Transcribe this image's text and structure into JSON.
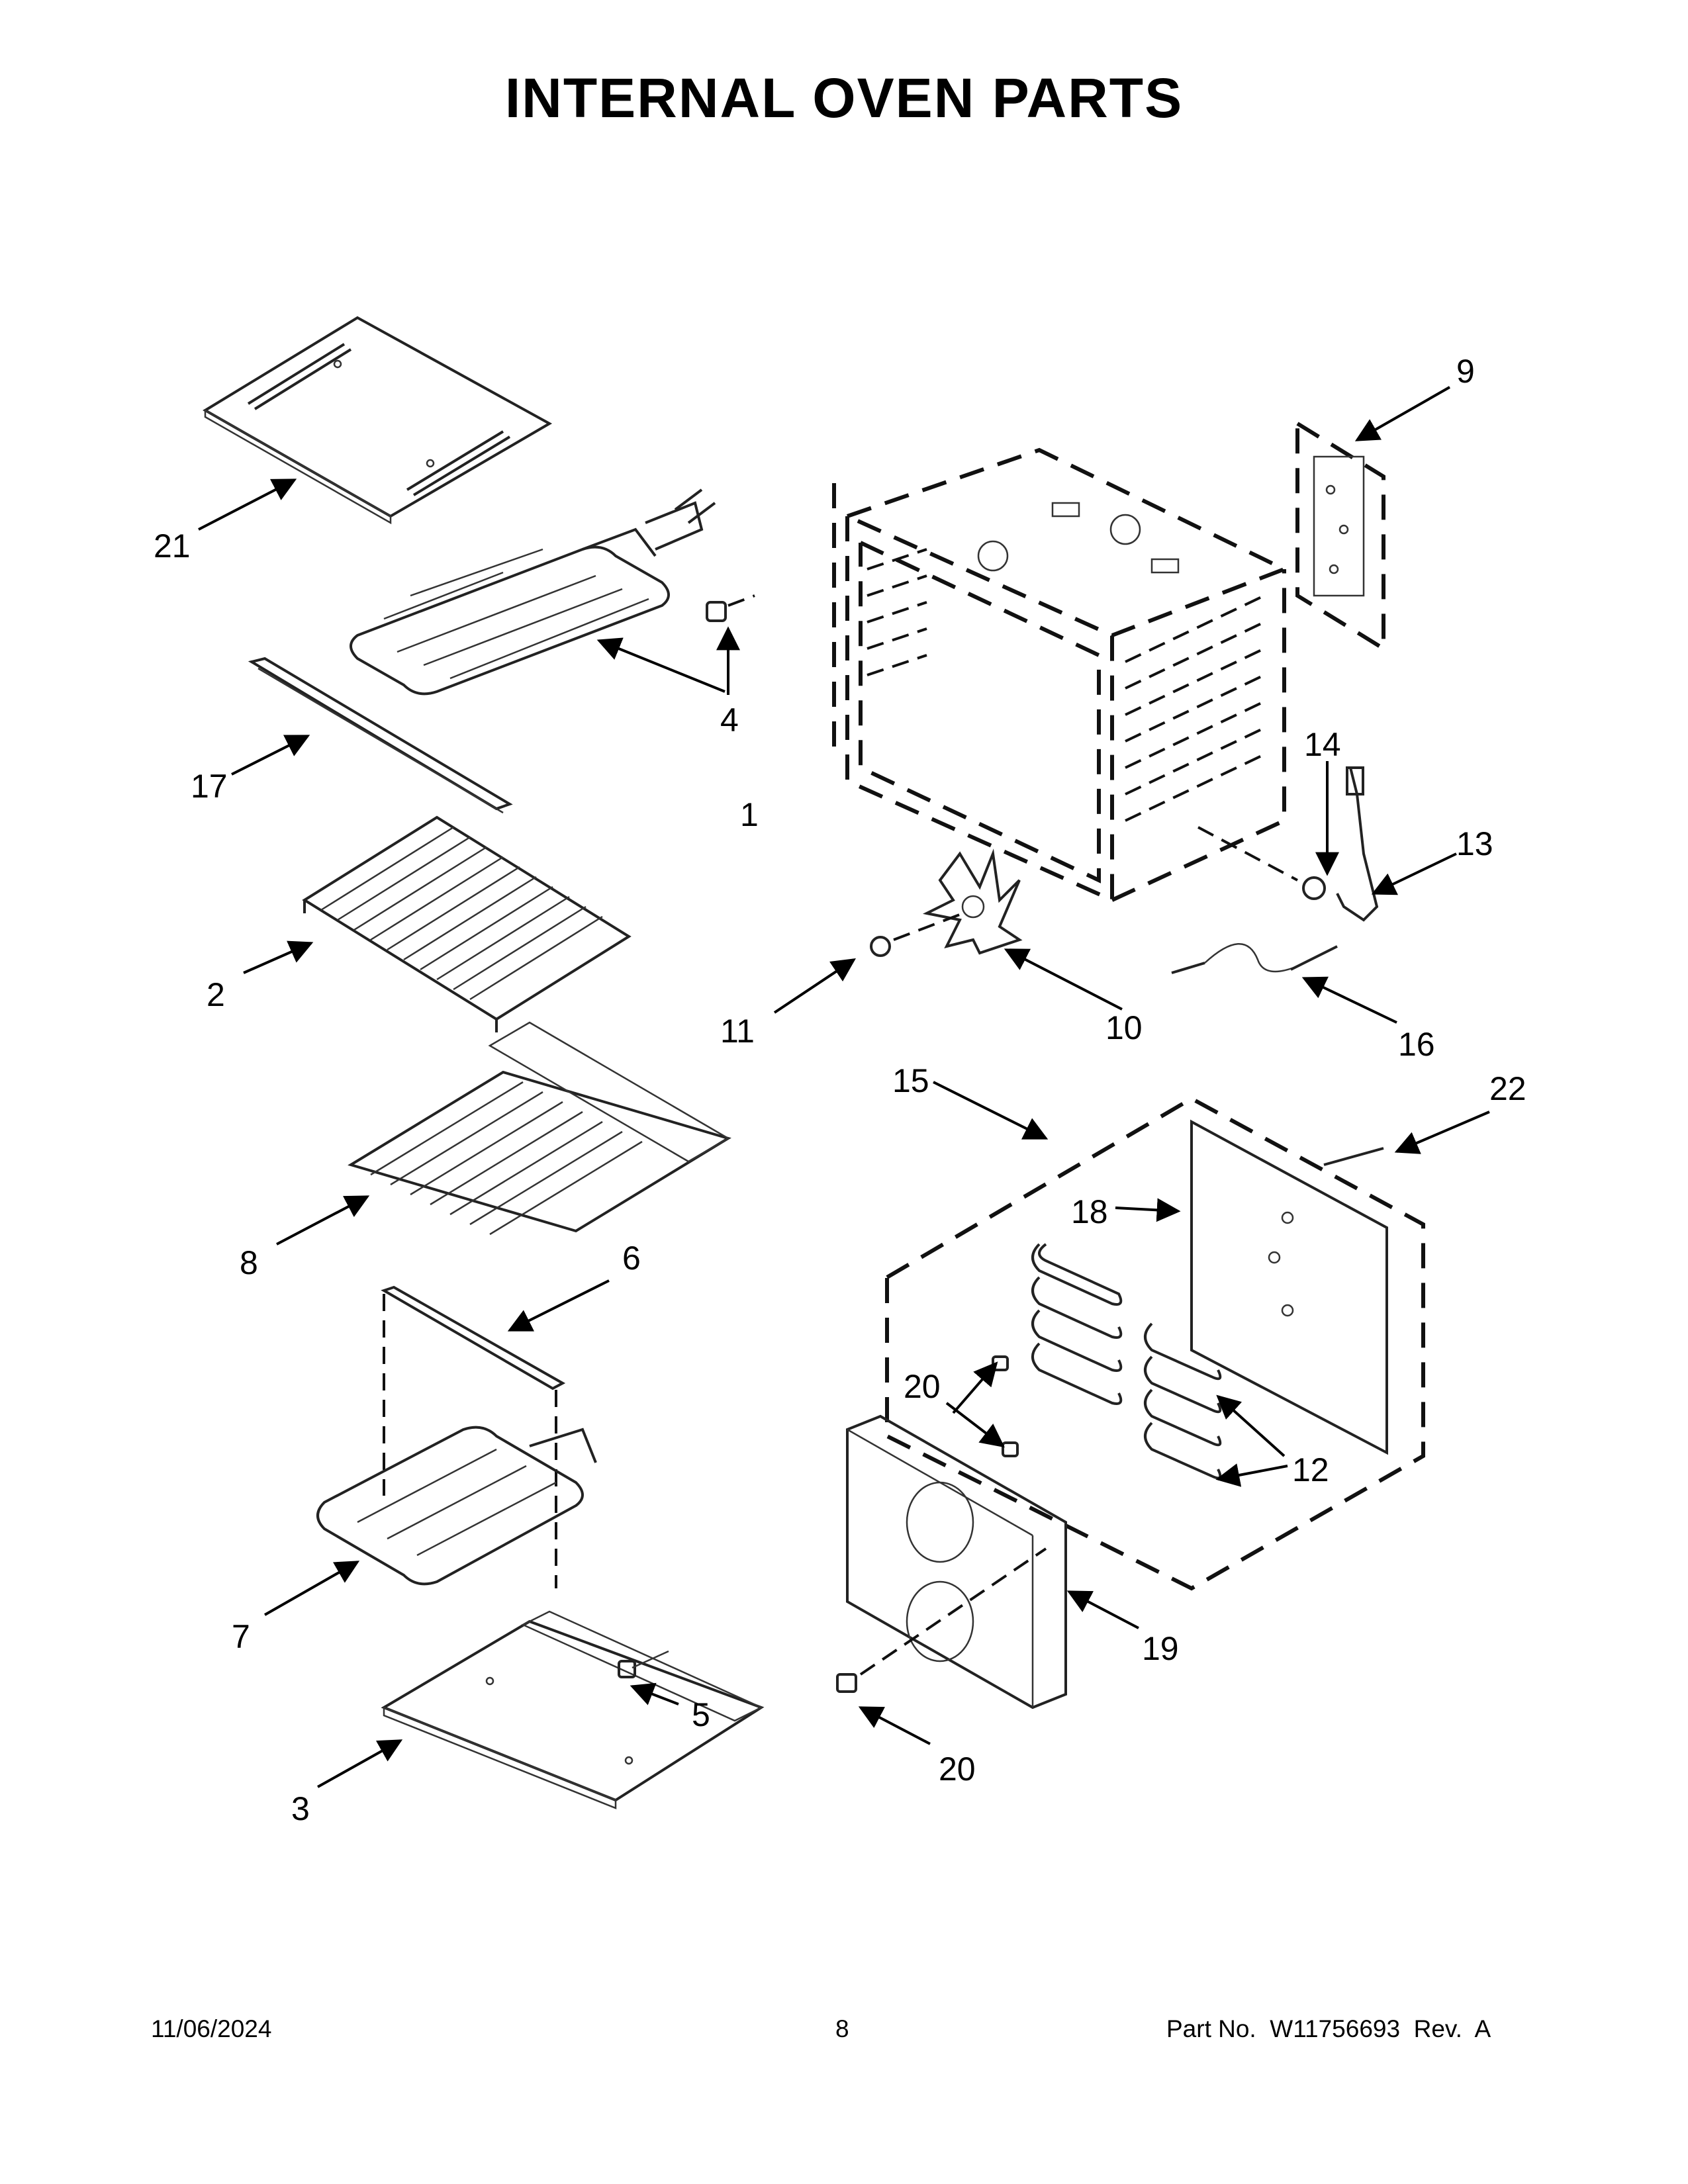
{
  "page": {
    "title": "INTERNAL OVEN PARTS",
    "date": "11/06/2024",
    "page_number": "8",
    "part_number": "Part No.  W11756693  Rev.  A"
  },
  "callouts": {
    "c1": "1",
    "c2": "2",
    "c3": "3",
    "c4": "4",
    "c5": "5",
    "c6": "6",
    "c7": "7",
    "c8": "8",
    "c9": "9",
    "c10": "10",
    "c11": "11",
    "c12": "12",
    "c13": "13",
    "c14": "14",
    "c15": "15",
    "c16": "16",
    "c17": "17",
    "c18": "18",
    "c19": "19",
    "c20a": "20",
    "c20b": "20",
    "c21": "21",
    "c22": "22"
  },
  "colors": {
    "ink": "#000000",
    "paper": "#ffffff"
  }
}
